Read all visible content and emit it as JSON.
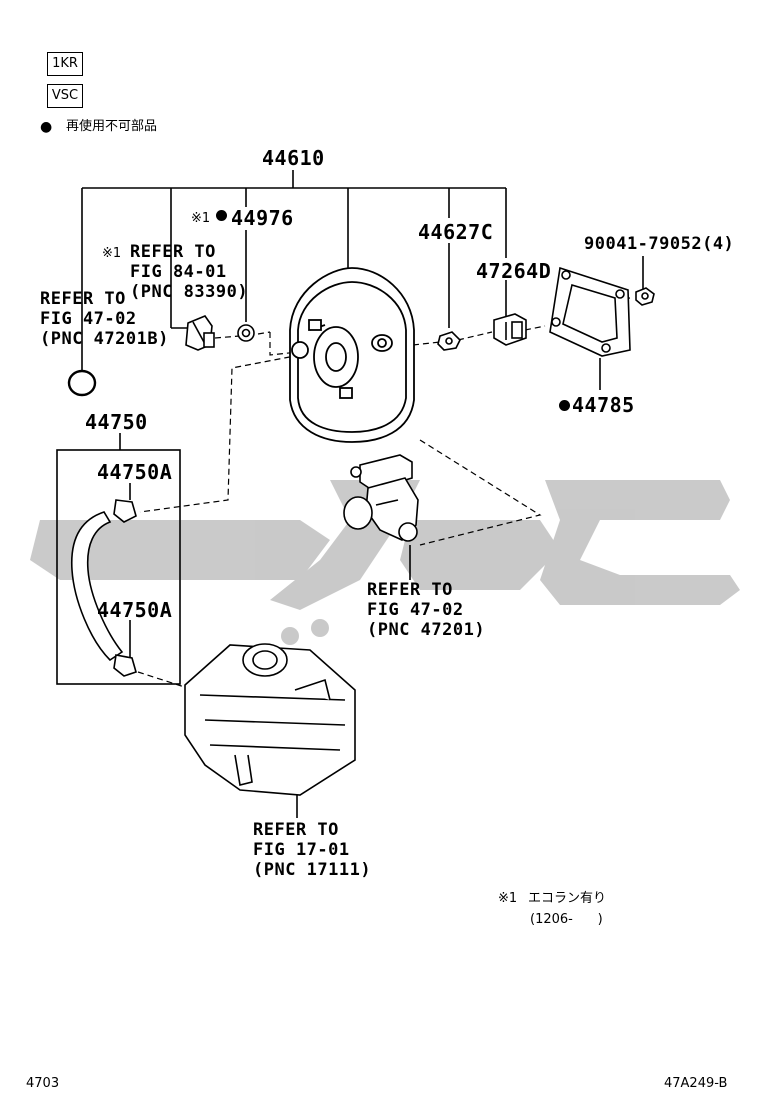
{
  "badges": [
    "1KR",
    "VSC"
  ],
  "legend": {
    "marker": "●",
    "text": "再使用不可部品"
  },
  "parts": {
    "main": "44610",
    "p44976": "44976",
    "p44976_note": "※1",
    "p44627C": "44627C",
    "p47264D": "47264D",
    "p90041": "90041-79052(4)",
    "p44785": "44785",
    "p44750": "44750",
    "p44750A_top": "44750A",
    "p44750A_bottom": "44750A"
  },
  "refs": {
    "ref_84": {
      "note": "※1",
      "line1": "REFER TO",
      "line2": "FIG 84-01",
      "line3": "(PNC 83390)"
    },
    "ref_47b": {
      "line1": "REFER TO",
      "line2": "FIG 47-02",
      "line3": "(PNC 47201B)"
    },
    "ref_47": {
      "line1": "REFER TO",
      "line2": "FIG 47-02",
      "line3": "(PNC 47201)"
    },
    "ref_17": {
      "line1": "REFER TO",
      "line2": "FIG 17-01",
      "line3": "(PNC 17111)"
    }
  },
  "footnote": {
    "mark": "※1",
    "text": "エコラン有り",
    "range": "(1206-      )"
  },
  "footer": {
    "left": "4703",
    "right": "47A249-B"
  },
  "watermark": {
    "color": "#bdbdbd"
  }
}
